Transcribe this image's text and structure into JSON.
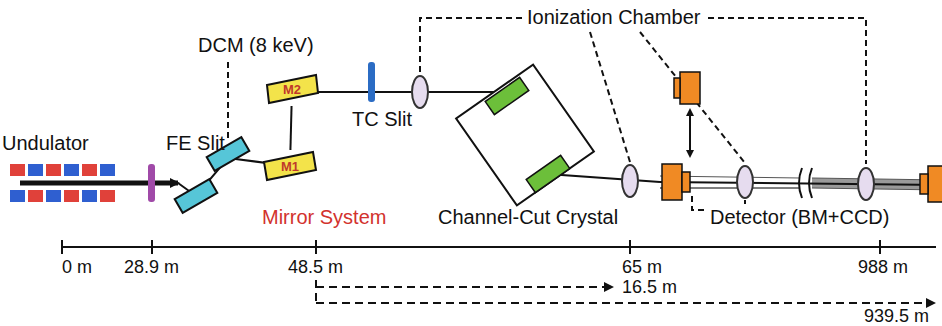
{
  "diagram": {
    "nodes": [
      {
        "text": [
          "M2"
        ]
      },
      {
        "text": [
          "M1"
        ]
      }
    ],
    "edges": [
      {
        "from": 1,
        "to": 0,
        "arrow": "none"
      }
    ],
    "labels": [
      "Ionization Chamber",
      "DCM (8 keV)",
      "Undulator",
      "FE Slit",
      "Mirror System",
      "TC Slit",
      "Channel-Cut Crystal",
      "Detector (BM+CCD)",
      "0 m",
      "28.9 m",
      "48.5 m",
      "65 m",
      "988 m",
      "16.5 m",
      "939.5 m"
    ]
  }
}
